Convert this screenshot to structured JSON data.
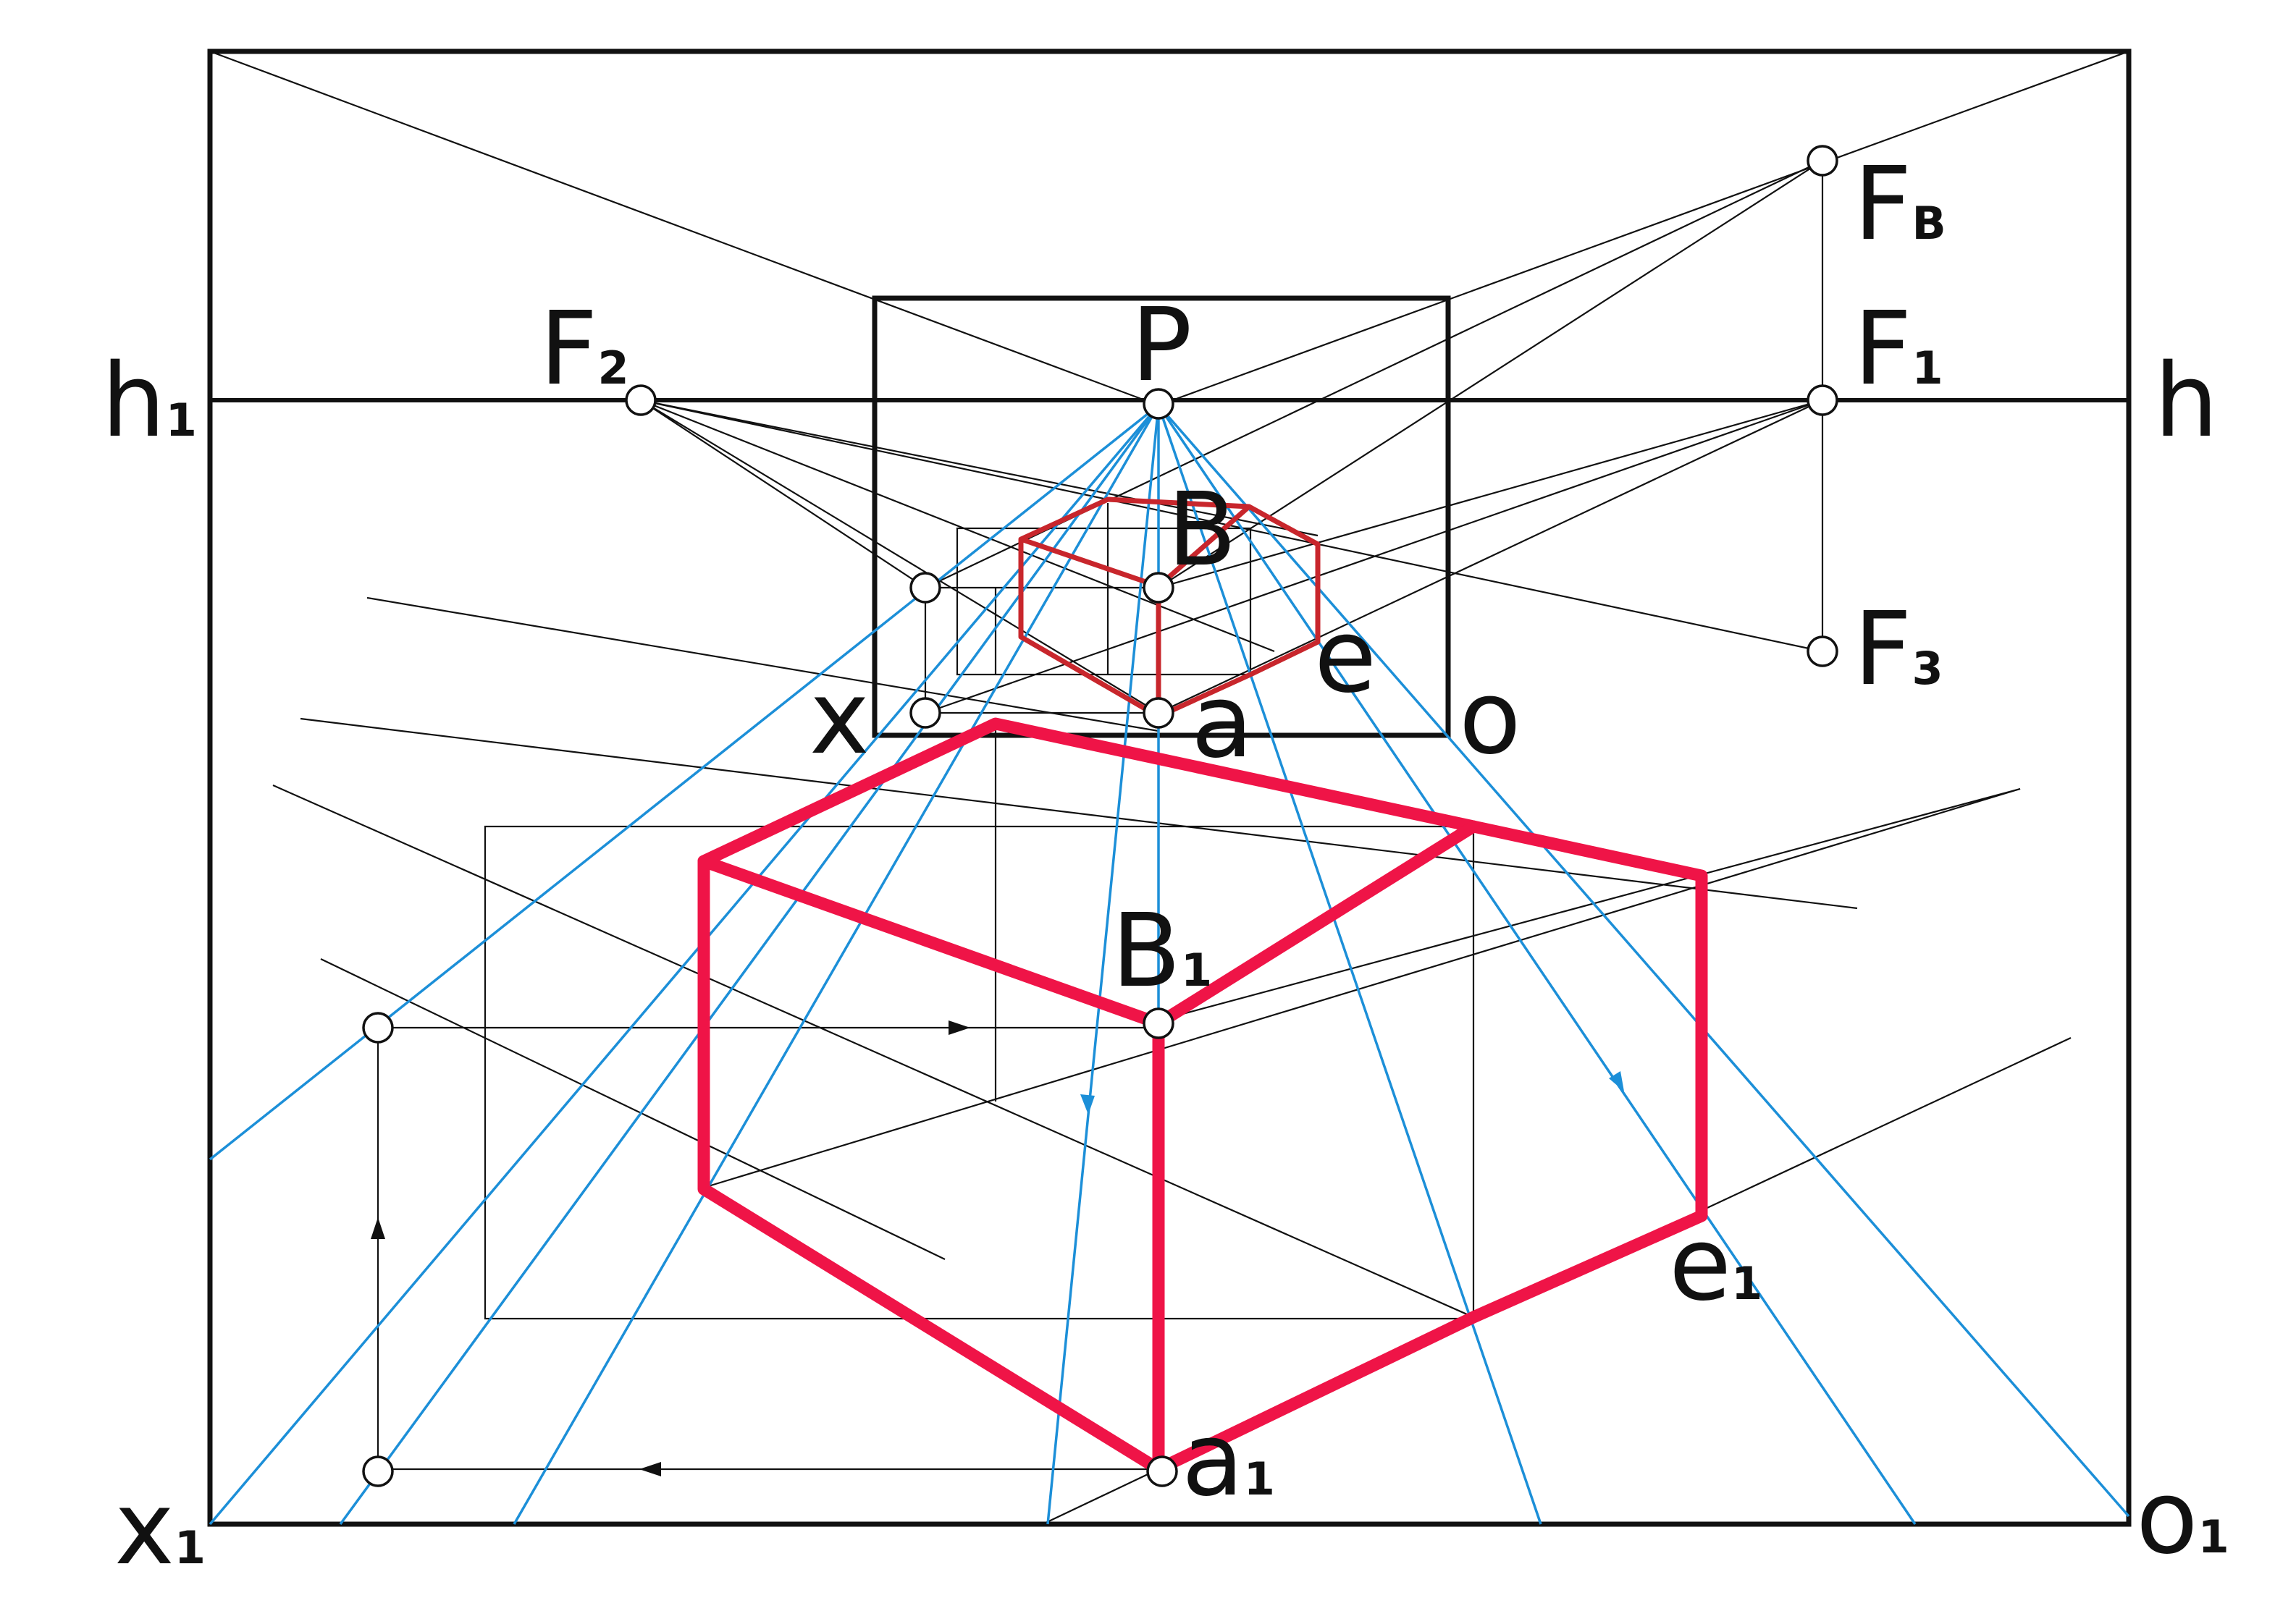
{
  "labels": {
    "h1": {
      "main": "h",
      "sub": "1"
    },
    "h": {
      "main": "h",
      "sub": ""
    },
    "F2": {
      "main": "F",
      "sub": "2"
    },
    "P": {
      "main": "P",
      "sub": ""
    },
    "FB": {
      "main": "F",
      "sub": "B"
    },
    "F1": {
      "main": "F",
      "sub": "1"
    },
    "F3": {
      "main": "F",
      "sub": "3"
    },
    "B": {
      "main": "B",
      "sub": ""
    },
    "e": {
      "main": "e",
      "sub": ""
    },
    "x": {
      "main": "x",
      "sub": ""
    },
    "a": {
      "main": "a",
      "sub": ""
    },
    "o": {
      "main": "o",
      "sub": ""
    },
    "B1": {
      "main": "B",
      "sub": "1"
    },
    "e1": {
      "main": "e",
      "sub": "1"
    },
    "a1": {
      "main": "a",
      "sub": "1"
    },
    "x1": {
      "main": "x",
      "sub": "1"
    },
    "o1": {
      "main": "o",
      "sub": "1"
    }
  },
  "colors": {
    "construction": "#111111",
    "projection_rays": "#1c8fd8",
    "small_box": "#c8262c",
    "large_box": "#ef1447"
  }
}
